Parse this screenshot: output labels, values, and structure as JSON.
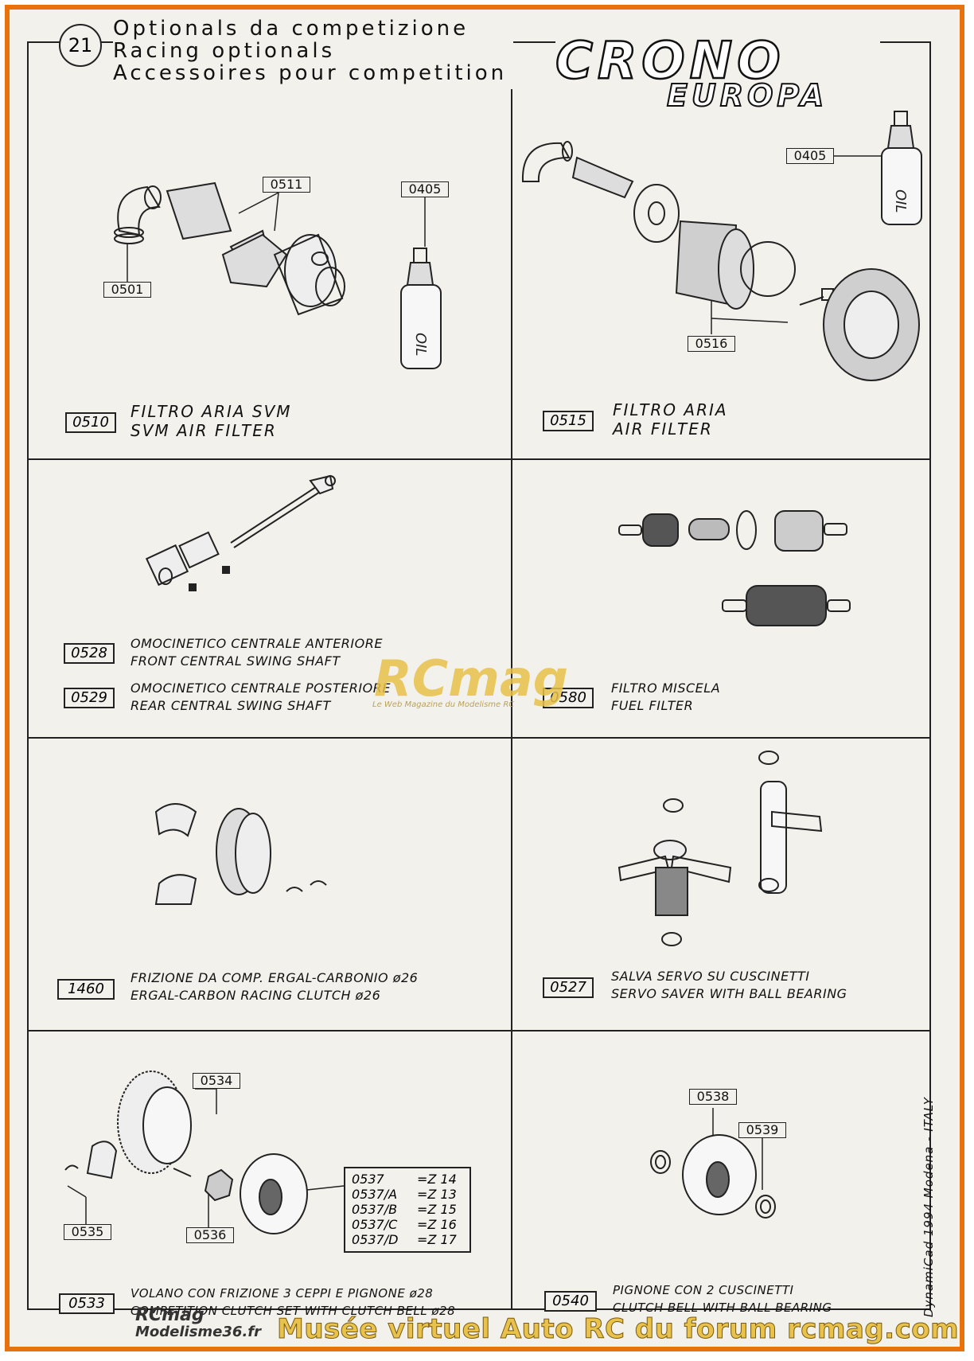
{
  "header": {
    "page_number": "21",
    "title_it": "Optionals da competizione",
    "title_en": "Racing optionals",
    "title_fr": "Accessoires pour competition",
    "logo_main": "CRONO",
    "logo_sub": "EUROPA"
  },
  "cells": [
    {
      "codes": [
        {
          "code": "0510",
          "lines": [
            "FILTRO ARIA SVM",
            "SVM AIR FILTER"
          ]
        }
      ],
      "part_tags": [
        "0511",
        "0405",
        "0501"
      ]
    },
    {
      "codes": [
        {
          "code": "0515",
          "lines": [
            "FILTRO ARIA",
            "AIR FILTER"
          ]
        }
      ],
      "part_tags": [
        "0405",
        "0516"
      ]
    },
    {
      "codes": [
        {
          "code": "0528",
          "lines": [
            "OMOCINETICO CENTRALE ANTERIORE",
            "FRONT CENTRAL SWING SHAFT"
          ]
        },
        {
          "code": "0529",
          "lines": [
            "OMOCINETICO CENTRALE POSTERIORE",
            "REAR CENTRAL SWING SHAFT"
          ]
        }
      ]
    },
    {
      "codes": [
        {
          "code": "0580",
          "lines": [
            "FILTRO MISCELA",
            "FUEL FILTER"
          ]
        }
      ]
    },
    {
      "codes": [
        {
          "code": "1460",
          "lines": [
            "FRIZIONE DA COMP. ERGAL-CARBONIO ø26",
            "ERGAL-CARBON RACING CLUTCH ø26"
          ]
        }
      ]
    },
    {
      "codes": [
        {
          "code": "0527",
          "lines": [
            "SALVA SERVO SU CUSCINETTI",
            "SERVO SAVER WITH BALL BEARING"
          ]
        }
      ]
    },
    {
      "codes": [
        {
          "code": "0533",
          "lines": [
            "VOLANO CON FRIZIONE 3 CEPPI E PIGNONE ø28",
            "COMPETITION CLUTCH SET WITH CLUTCH BELL ø28"
          ]
        }
      ],
      "part_tags": [
        "0534",
        "0535",
        "0536"
      ],
      "z_table": [
        {
          "code": "0537",
          "z": "=Z 14"
        },
        {
          "code": "0537/A",
          "z": "=Z 13"
        },
        {
          "code": "0537/B",
          "z": "=Z 15"
        },
        {
          "code": "0537/C",
          "z": "=Z 16"
        },
        {
          "code": "0537/D",
          "z": "=Z 17"
        }
      ]
    },
    {
      "codes": [
        {
          "code": "0540",
          "lines": [
            "PIGNONE CON 2 CUSCINETTI",
            "CLUTCH BELL WITH BALL BEARING"
          ]
        }
      ],
      "part_tags": [
        "0538",
        "0539"
      ]
    }
  ],
  "side_credit": "DynamiCad 1994 Modena - ITALY",
  "watermark": {
    "main": "RCmag",
    "sub": "Le Web Magazine du Modelisme RC"
  },
  "footer": {
    "logo_line1": "RCmag",
    "logo_line2": "Modelisme36.fr",
    "text": "Musée virtuel Auto RC du forum rcmag.com"
  }
}
